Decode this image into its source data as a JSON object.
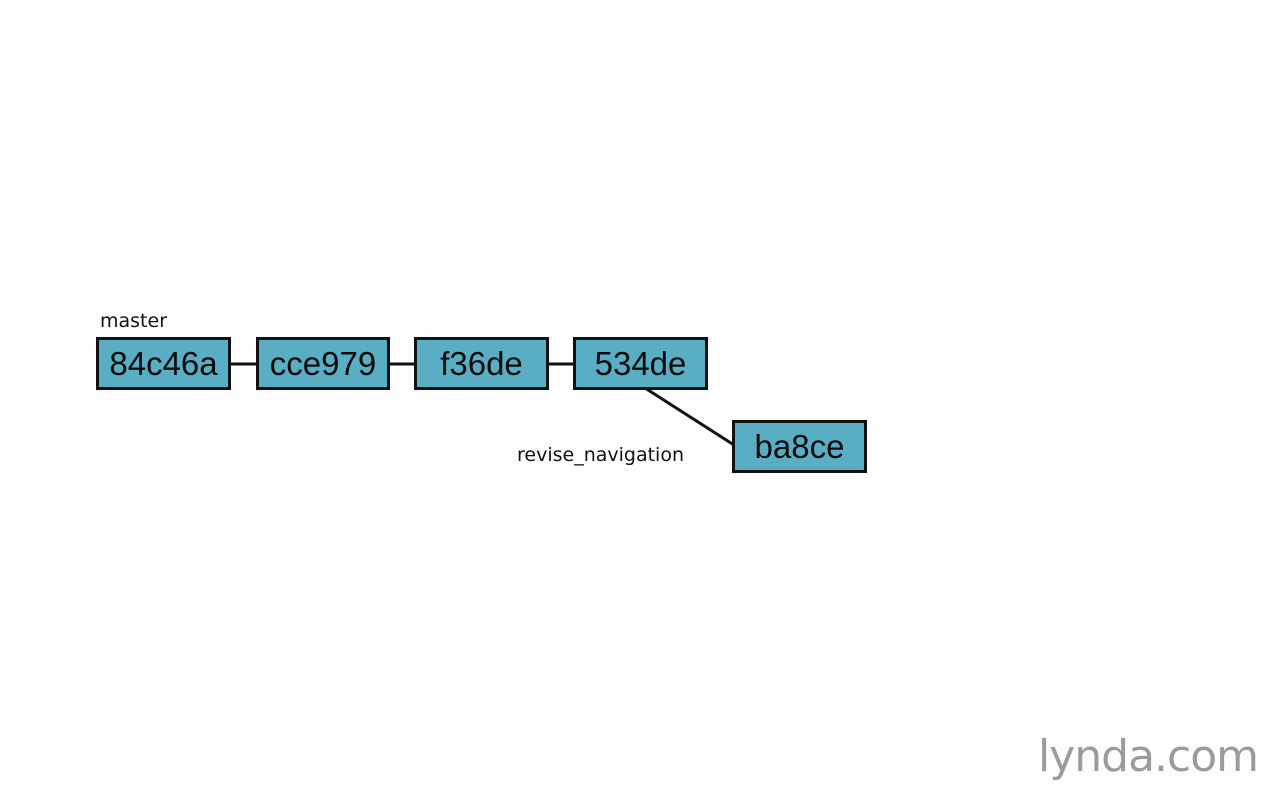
{
  "diagram": {
    "branches": {
      "master": "master",
      "feature": "revise_navigation"
    },
    "commits": [
      {
        "id": "84c46a",
        "branch": "master"
      },
      {
        "id": "cce979",
        "branch": "master"
      },
      {
        "id": "f36de",
        "branch": "master"
      },
      {
        "id": "534de",
        "branch": "master"
      },
      {
        "id": "ba8ce",
        "branch": "revise_navigation"
      }
    ],
    "edges": [
      [
        "84c46a",
        "cce979"
      ],
      [
        "cce979",
        "f36de"
      ],
      [
        "f36de",
        "534de"
      ],
      [
        "534de",
        "ba8ce"
      ]
    ],
    "colors": {
      "commit_fill": "#5aaec4",
      "commit_border": "#111111",
      "edge": "#111111"
    }
  },
  "watermark": {
    "text": "lynda.com"
  }
}
